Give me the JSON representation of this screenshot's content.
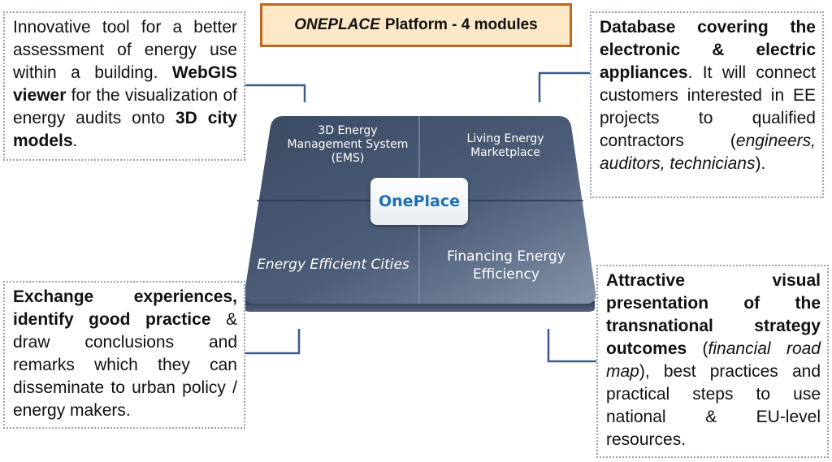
{
  "title": {
    "italic": "ONEPLACE",
    "rest": "Platform - 4 modules"
  },
  "hub": {
    "center": "OnePlace",
    "modules": {
      "ems_line1": "3D Energy",
      "ems_line2": "Management System",
      "ems_line3": "(EMS)",
      "market_line1": "Living Energy",
      "market_line2": "Marketplace",
      "cities": "Energy Efficient Cities",
      "finance_line1": "Financing Energy",
      "finance_line2": "Efficiency"
    }
  },
  "notes": {
    "top_left": {
      "t1": "Innovative tool for a better assessment of energy use within a building. ",
      "b1": "WebGIS viewer",
      "t2": " for the visualization of energy audits onto ",
      "b2": "3D city models",
      "t3": "."
    },
    "top_right": {
      "b1": "Database covering the electronic & electric appliances",
      "t1": ". It will connect customers interested in EE projects to qualified contractors (",
      "i1": "engineers, auditors, technicians",
      "t2": ")."
    },
    "bottom_left": {
      "b1": "Exchange experiences, identify good practice",
      "t1": " & draw conclusions and remarks which they can disseminate to urban policy / energy makers."
    },
    "bottom_right": {
      "b1": "Attractive visual presentation of the transnational strategy outcomes",
      "t1": " (",
      "i1": "financial road map",
      "t2": "), best practices and practical steps to use national & EU-level resources."
    }
  },
  "colors": {
    "title_fill": "#fde9c8",
    "title_border": "#c0661f",
    "connector": "#3f5a86",
    "platform_dark": "#3b4a63",
    "platform_light": "#8593ab",
    "hub_text": "#1f6fb8"
  }
}
